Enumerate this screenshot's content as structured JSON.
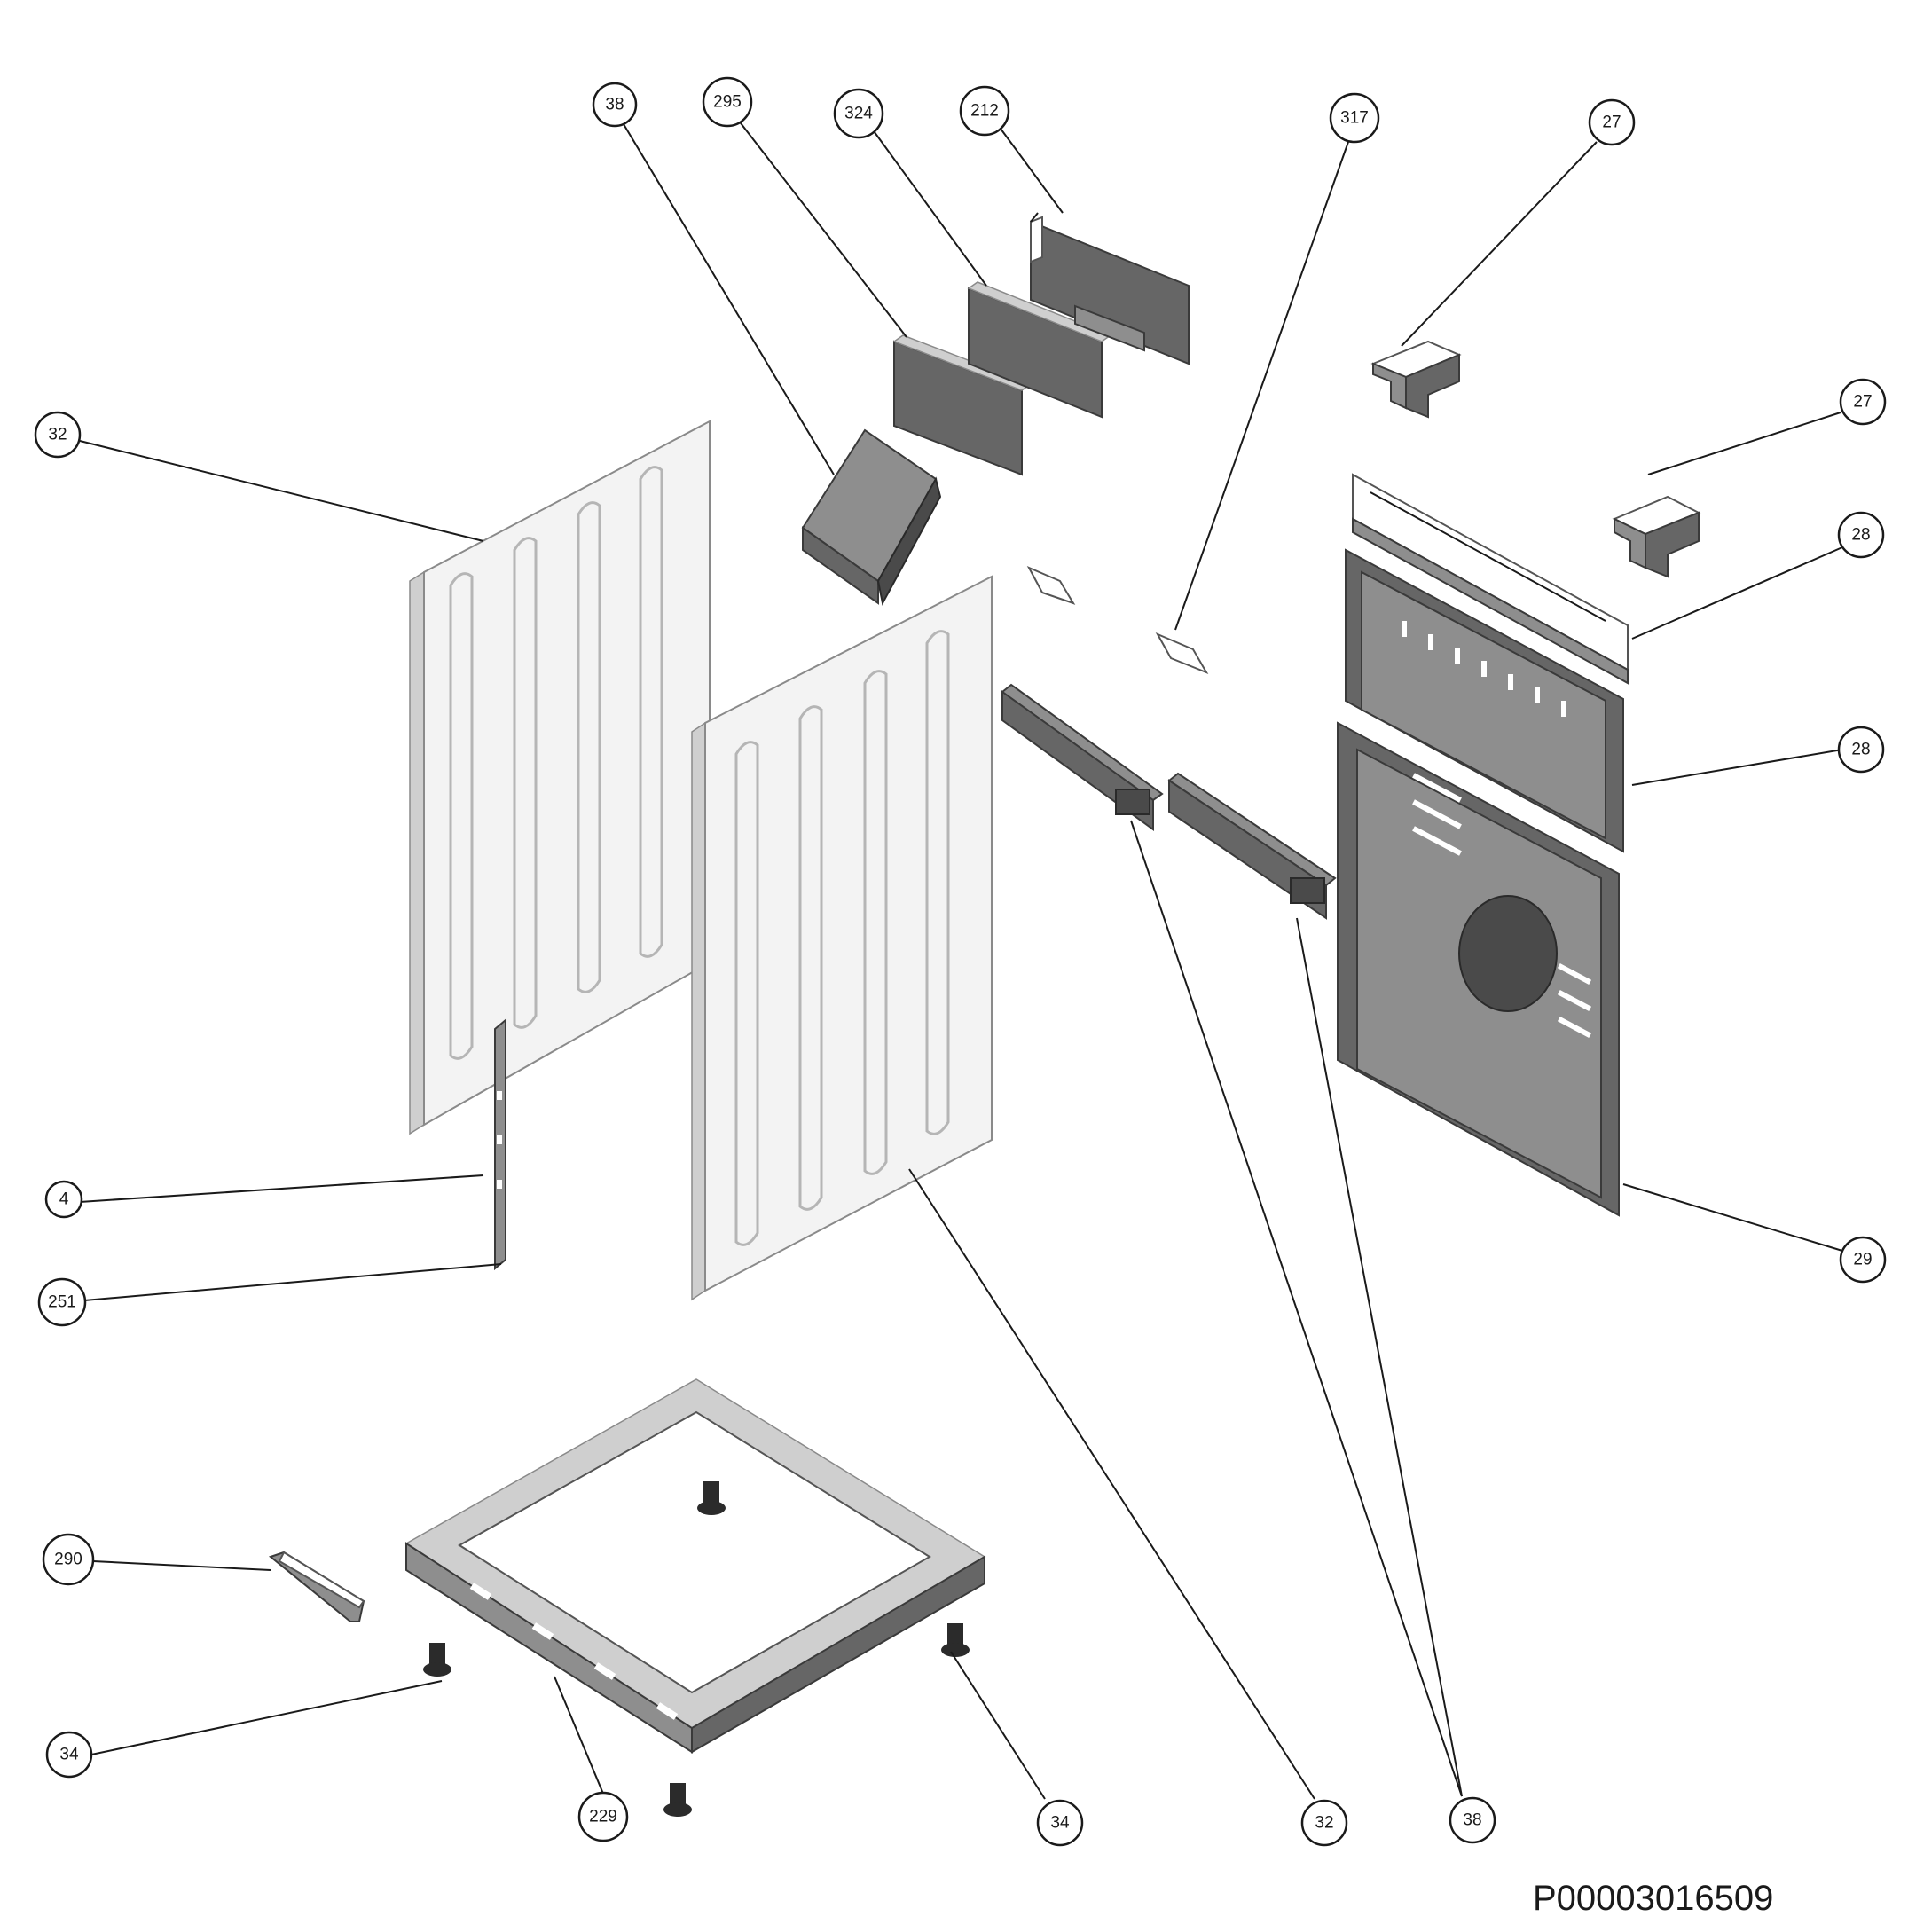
{
  "diagram": {
    "document_code": "P00003016509",
    "callouts": [
      {
        "id": "c1",
        "label": "38"
      },
      {
        "id": "c2",
        "label": "295"
      },
      {
        "id": "c3",
        "label": "324"
      },
      {
        "id": "c4",
        "label": "212"
      },
      {
        "id": "c5",
        "label": "317"
      },
      {
        "id": "c6",
        "label": "27"
      },
      {
        "id": "c7",
        "label": "27"
      },
      {
        "id": "c8",
        "label": "28"
      },
      {
        "id": "c9",
        "label": "28"
      },
      {
        "id": "c10",
        "label": "29"
      },
      {
        "id": "c11",
        "label": "32"
      },
      {
        "id": "c12",
        "label": "4"
      },
      {
        "id": "c13",
        "label": "251"
      },
      {
        "id": "c14",
        "label": "290"
      },
      {
        "id": "c15",
        "label": "34"
      },
      {
        "id": "c16",
        "label": "229"
      },
      {
        "id": "c17",
        "label": "34"
      },
      {
        "id": "c18",
        "label": "32"
      },
      {
        "id": "c19",
        "label": "38"
      }
    ]
  }
}
